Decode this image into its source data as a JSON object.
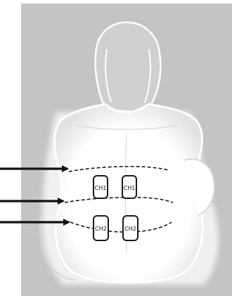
{
  "colors": {
    "background_panel": "#c4c4c4",
    "figure_fill": "#ffffff",
    "outline": "#1a1a1a",
    "arrow": "#111111"
  },
  "electrode_pads": [
    {
      "label": "CH1",
      "channel": 1,
      "side": "left",
      "level": "upper"
    },
    {
      "label": "CH1",
      "channel": 1,
      "side": "right",
      "level": "upper"
    },
    {
      "label": "CH2",
      "channel": 2,
      "side": "left",
      "level": "lower"
    },
    {
      "label": "CH2",
      "channel": 2,
      "side": "right",
      "level": "lower"
    }
  ],
  "arrows": [
    {
      "name": "arrow-upper",
      "direction": "right"
    },
    {
      "name": "arrow-middle",
      "direction": "right"
    },
    {
      "name": "arrow-lower",
      "direction": "right"
    }
  ],
  "dashed_guides": [
    {
      "name": "guide-line-upper"
    },
    {
      "name": "guide-line-middle"
    },
    {
      "name": "guide-line-lower"
    }
  ]
}
